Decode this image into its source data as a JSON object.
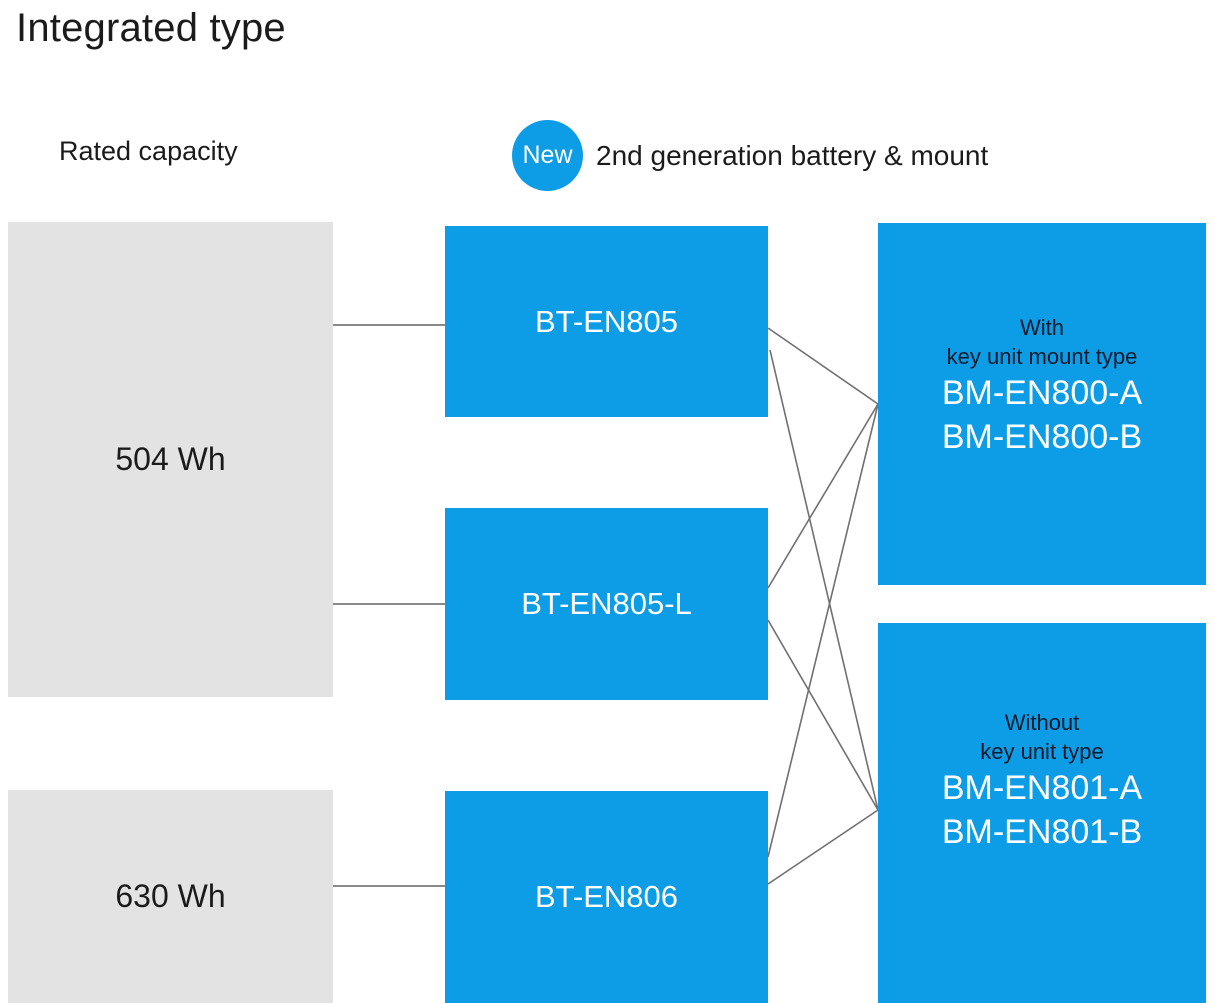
{
  "page": {
    "title": "Integrated type",
    "background_color": "#ffffff",
    "accent_blue": "#0d9ce6",
    "gray_box_color": "#e3e3e3",
    "line_color": "#70706f",
    "dark_text_color": "#1b1b1b"
  },
  "headers": {
    "left_column_label": "Rated capacity",
    "new_badge_label": "New",
    "right_column_label": "2nd generation battery & mount"
  },
  "capacity_boxes": [
    {
      "id": "cap-504",
      "label": "504 Wh"
    },
    {
      "id": "cap-630",
      "label": "630 Wh"
    }
  ],
  "battery_boxes": [
    {
      "id": "bt-en805",
      "model": "BT-EN805"
    },
    {
      "id": "bt-en805-l",
      "model": "BT-EN805-L"
    },
    {
      "id": "bt-en806",
      "model": "BT-EN806"
    }
  ],
  "mount_boxes": [
    {
      "id": "bm-en800",
      "subtitle": "With\nkey unit mount type",
      "models": [
        "BM-EN800-A",
        "BM-EN800-B"
      ]
    },
    {
      "id": "bm-en801",
      "subtitle": "Without\nkey unit type",
      "models": [
        "BM-EN801-A",
        "BM-EN801-B"
      ]
    }
  ],
  "connections": {
    "capacity_to_battery": [
      {
        "from": "cap-504",
        "to": "bt-en805"
      },
      {
        "from": "cap-504",
        "to": "bt-en805-l"
      },
      {
        "from": "cap-630",
        "to": "bt-en806"
      }
    ],
    "battery_to_mount": [
      {
        "from": "bt-en805",
        "to": "bm-en800"
      },
      {
        "from": "bt-en805",
        "to": "bm-en801"
      },
      {
        "from": "bt-en805-l",
        "to": "bm-en800"
      },
      {
        "from": "bt-en805-l",
        "to": "bm-en801"
      },
      {
        "from": "bt-en806",
        "to": "bm-en800"
      },
      {
        "from": "bt-en806",
        "to": "bm-en801"
      }
    ]
  }
}
